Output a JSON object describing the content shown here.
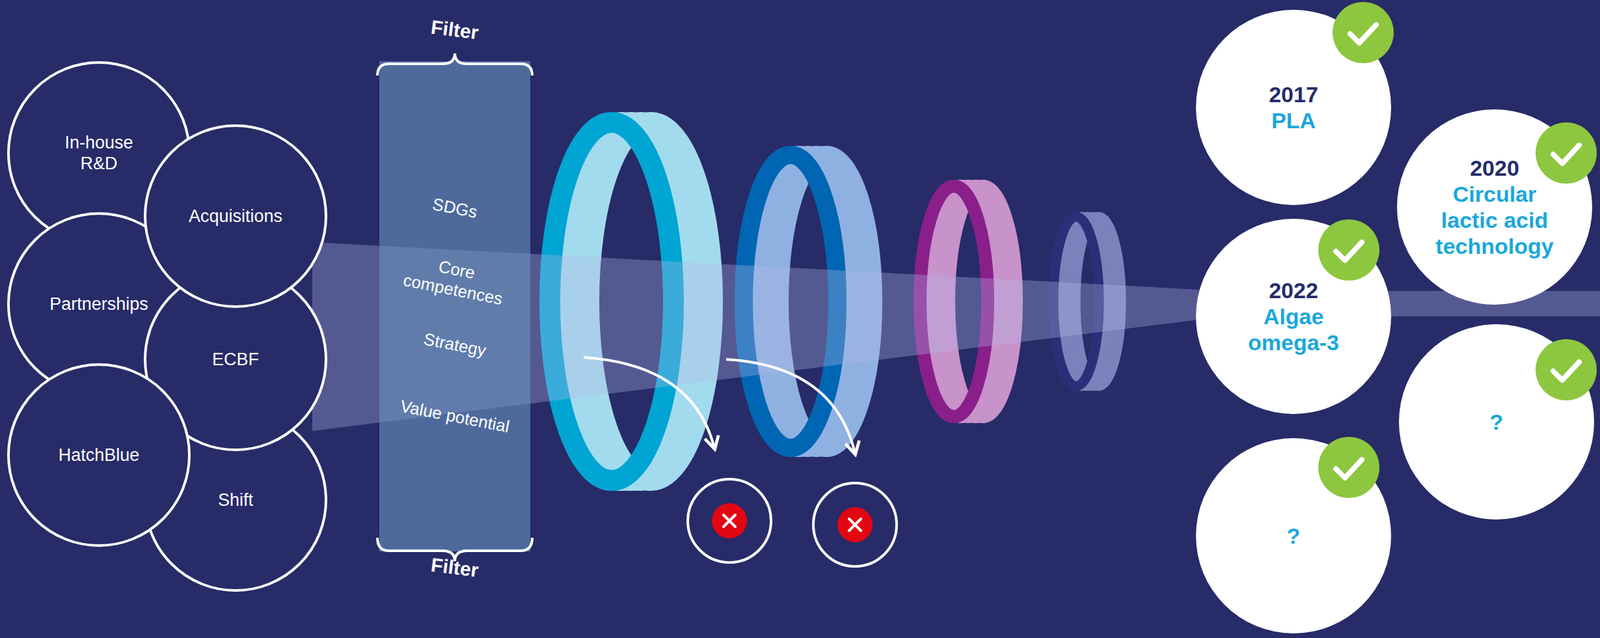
{
  "diagram": {
    "nodes": [
      {
        "text": [
          "In-house R&D"
        ]
      },
      {
        "text": [
          "Acquisitions"
        ]
      },
      {
        "text": [
          "Partnerships"
        ]
      },
      {
        "text": [
          "ECBF"
        ]
      },
      {
        "text": [
          "HatchBlue"
        ]
      },
      {
        "text": [
          "Shift"
        ]
      },
      {
        "text": [
          "Filter",
          "SDGs",
          "Core competences",
          "Strategy",
          "Value potential",
          "Filter"
        ]
      },
      {
        "text": [
          "2017",
          "PLA"
        ]
      },
      {
        "text": [
          "2020",
          "Circular lactic acid technology"
        ]
      },
      {
        "text": [
          "2022",
          "Algae omega-3"
        ]
      },
      {
        "text": [
          "?"
        ]
      },
      {
        "text": [
          "?"
        ]
      }
    ]
  }
}
